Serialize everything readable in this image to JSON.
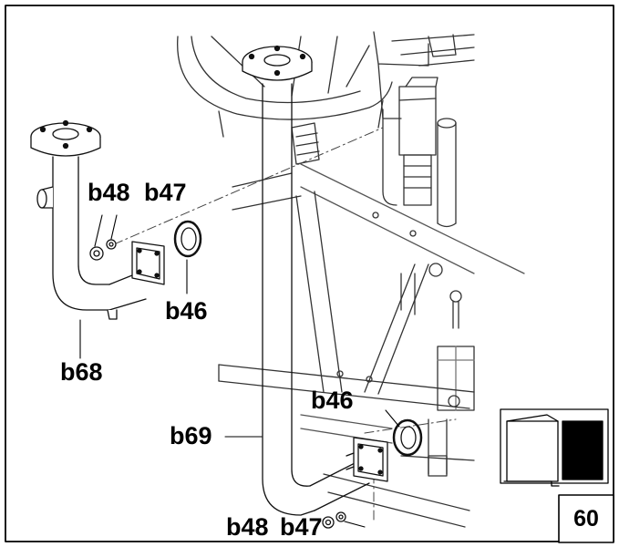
{
  "labels": {
    "b68": "b68",
    "b48_top": "b48",
    "b47_top": "b47",
    "b46_top": "b46",
    "b46_bottom": "b46",
    "b69": "b69",
    "b48_bottom": "b48",
    "b47_bottom": "b47"
  },
  "page_number": "60"
}
